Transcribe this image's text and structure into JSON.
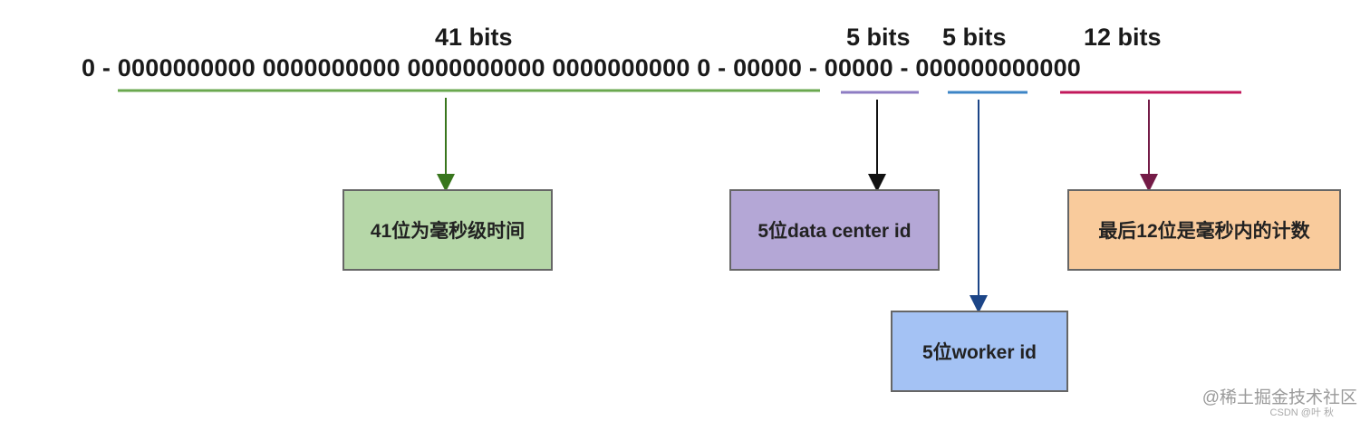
{
  "headers": {
    "timestamp_bits": "41 bits",
    "datacenter_bits": "5 bits",
    "worker_bits": "5 bits",
    "sequence_bits": "12 bits"
  },
  "bit_string": "0 - 0000000000 0000000000 0000000000 0000000000 0 - 00000 - 00000 - 000000000000",
  "boxes": {
    "timestamp": "41位为毫秒级时间",
    "datacenter": "5位data center id",
    "worker": "5位worker id",
    "sequence": "最后12位是毫秒内的计数"
  },
  "colors": {
    "timestamp": "#6aa84f",
    "datacenter": "#8e7cc3",
    "worker": "#3d85c6",
    "sequence": "#c2185b",
    "timestamp_box": "#b6d7a8",
    "datacenter_box": "#b4a7d6",
    "worker_box": "#a4c2f4",
    "sequence_box": "#f9cb9c"
  },
  "watermark": {
    "main": "@稀土掘金技术社区",
    "sub": "CSDN @叶 秋"
  }
}
